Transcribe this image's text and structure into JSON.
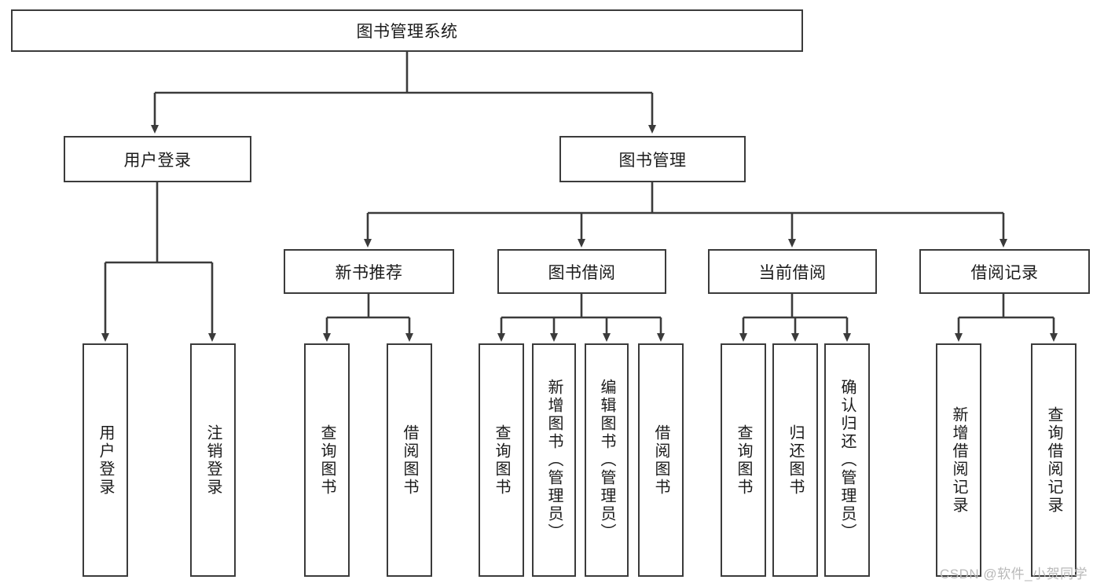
{
  "diagram": {
    "type": "tree-hierarchy",
    "title": "图书管理系统",
    "watermark": "CSDN @软件_小贺同学",
    "colors": {
      "stroke": "#3b3b3b",
      "fill": "#ffffff",
      "text": "#1b1b1b",
      "watermark": "#b9b9b9"
    },
    "levels": {
      "root": {
        "label": "图书管理系统"
      },
      "level1": [
        {
          "label": "用户登录"
        },
        {
          "label": "图书管理"
        }
      ],
      "level2": [
        {
          "label": "新书推荐"
        },
        {
          "label": "图书借阅"
        },
        {
          "label": "当前借阅"
        },
        {
          "label": "借阅记录"
        }
      ]
    },
    "leaves": {
      "user_login": [
        {
          "label": "用户登录"
        },
        {
          "label": "注销登录"
        }
      ],
      "new_book_recommend": [
        {
          "label": "查询图书"
        },
        {
          "label": "借阅图书"
        }
      ],
      "book_borrow": [
        {
          "label": "查询图书"
        },
        {
          "label": "新增图书（管理员）"
        },
        {
          "label": "编辑图书（管理员）"
        },
        {
          "label": "借阅图书"
        }
      ],
      "current_borrow": [
        {
          "label": "查询图书"
        },
        {
          "label": "归还图书"
        },
        {
          "label": "确认归还（管理员）"
        }
      ],
      "borrow_record": [
        {
          "label": "新增借阅记录"
        },
        {
          "label": "查询借阅记录"
        }
      ]
    }
  }
}
